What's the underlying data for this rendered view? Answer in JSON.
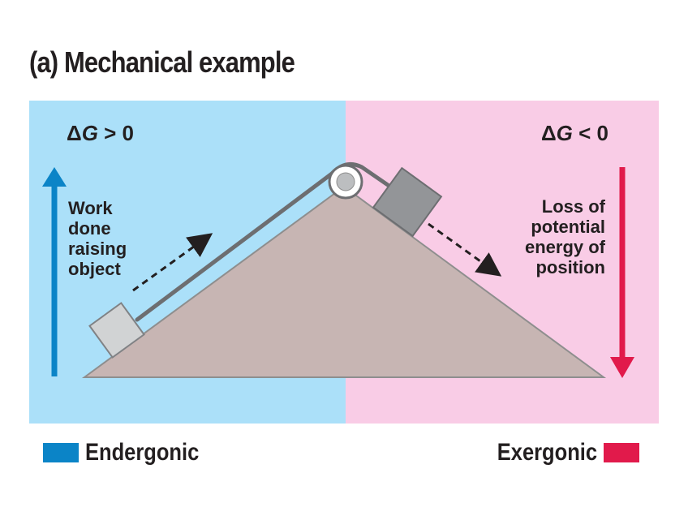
{
  "title": "(a) Mechanical example",
  "left_panel": {
    "delta_prefix": "Δ",
    "delta_var": "G",
    "delta_rel": " > 0",
    "annotation": "Work\ndone\nraising\nobject"
  },
  "right_panel": {
    "delta_prefix": "Δ",
    "delta_var": "G",
    "delta_rel": " < 0",
    "annotation": "Loss of\npotential\nenergy of\nposition"
  },
  "legend": {
    "endergonic": "Endergonic",
    "exergonic": "Exergonic"
  },
  "colors": {
    "endergonic_bg": "#abe0f9",
    "exergonic_bg": "#f9cce6",
    "up_arrow": "#0b84c7",
    "down_arrow": "#e11a4b",
    "hill": "#c7b5b3",
    "legend_blue": "#0b84c7",
    "legend_red": "#e11a4b"
  }
}
